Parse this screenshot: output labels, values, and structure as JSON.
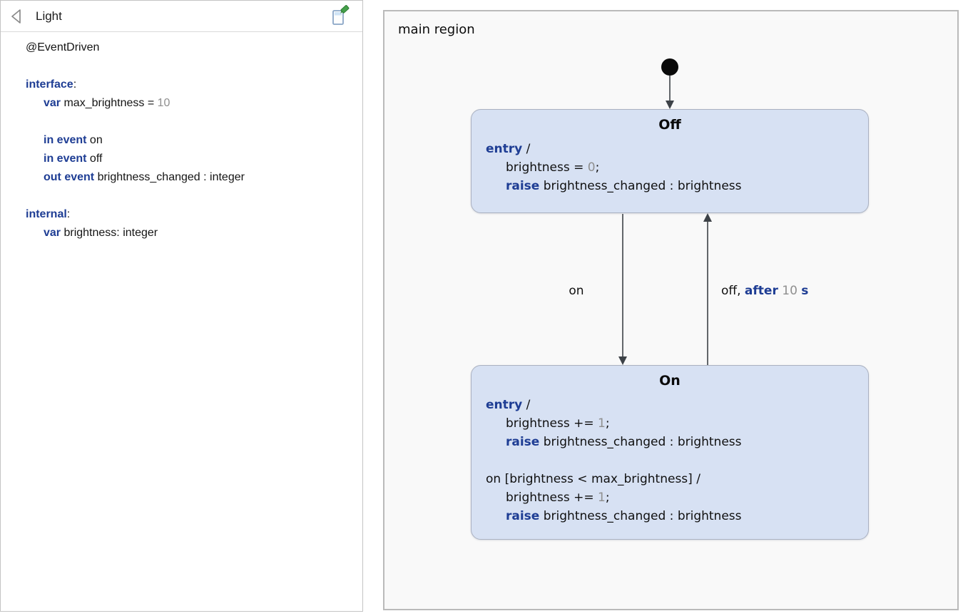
{
  "colors": {
    "keyword_blue": "#1e3d94",
    "literal_gray": "#8f8f8f",
    "state_fill": "#d7e1f3",
    "state_border": "#aab1c1",
    "canvas_background": "#f9f9f9",
    "canvas_border": "#bababa",
    "arrow": "#3d4247",
    "initial_dot": "#0a0a0a"
  },
  "left_panel": {
    "title": "Light",
    "collapse_icon": "collapse-left-icon",
    "edit_icon": "edit-definition-icon",
    "lines": [
      {
        "i": 0,
        "t": [
          [
            "p",
            "@EventDriven"
          ]
        ]
      },
      {
        "i": 0,
        "t": []
      },
      {
        "i": 0,
        "t": [
          [
            "k",
            "interface"
          ],
          [
            "p",
            ":"
          ]
        ]
      },
      {
        "i": 1,
        "t": [
          [
            "k",
            "var"
          ],
          [
            "p",
            " max_brightness = "
          ],
          [
            "n",
            "10"
          ]
        ]
      },
      {
        "i": 0,
        "t": []
      },
      {
        "i": 1,
        "t": [
          [
            "k",
            "in event"
          ],
          [
            "p",
            " on"
          ]
        ]
      },
      {
        "i": 1,
        "t": [
          [
            "k",
            "in event"
          ],
          [
            "p",
            " off"
          ]
        ]
      },
      {
        "i": 1,
        "t": [
          [
            "k",
            "out event"
          ],
          [
            "p",
            " brightness_changed : integer"
          ]
        ]
      },
      {
        "i": 0,
        "t": []
      },
      {
        "i": 0,
        "t": [
          [
            "k",
            "internal"
          ],
          [
            "p",
            ":"
          ]
        ]
      },
      {
        "i": 1,
        "t": [
          [
            "k",
            "var"
          ],
          [
            "p",
            " brightness: integer"
          ]
        ]
      }
    ]
  },
  "diagram": {
    "region_label": "main region",
    "initial_state": "initial-state-dot",
    "states": [
      {
        "name": "Off",
        "lines": [
          {
            "i": 0,
            "t": [
              [
                "k",
                "entry"
              ],
              [
                "p",
                " /"
              ]
            ]
          },
          {
            "i": 1,
            "t": [
              [
                "p",
                "brightness = "
              ],
              [
                "n",
                "0"
              ],
              [
                "p",
                ";"
              ]
            ]
          },
          {
            "i": 1,
            "t": [
              [
                "k",
                "raise"
              ],
              [
                "p",
                " brightness_changed : brightness"
              ]
            ]
          }
        ]
      },
      {
        "name": "On",
        "lines": [
          {
            "i": 0,
            "t": [
              [
                "k",
                "entry"
              ],
              [
                "p",
                " /"
              ]
            ]
          },
          {
            "i": 1,
            "t": [
              [
                "p",
                "brightness += "
              ],
              [
                "n",
                "1"
              ],
              [
                "p",
                ";"
              ]
            ]
          },
          {
            "i": 1,
            "t": [
              [
                "k",
                "raise"
              ],
              [
                "p",
                " brightness_changed : brightness"
              ]
            ]
          },
          {
            "i": 0,
            "t": []
          },
          {
            "i": 0,
            "t": [
              [
                "p",
                "on [brightness < max_brightness] /"
              ]
            ]
          },
          {
            "i": 1,
            "t": [
              [
                "p",
                "brightness += "
              ],
              [
                "n",
                "1"
              ],
              [
                "p",
                ";"
              ]
            ]
          },
          {
            "i": 1,
            "t": [
              [
                "k",
                "raise"
              ],
              [
                "p",
                " brightness_changed : brightness"
              ]
            ]
          }
        ]
      }
    ],
    "transitions": [
      {
        "name": "on",
        "label": [
          [
            "p",
            "on"
          ]
        ]
      },
      {
        "name": "off-after-10s",
        "label": [
          [
            "p",
            "off, "
          ],
          [
            "k",
            "after"
          ],
          [
            "p",
            " "
          ],
          [
            "n",
            "10"
          ],
          [
            "p",
            " "
          ],
          [
            "k",
            "s"
          ]
        ]
      }
    ]
  }
}
